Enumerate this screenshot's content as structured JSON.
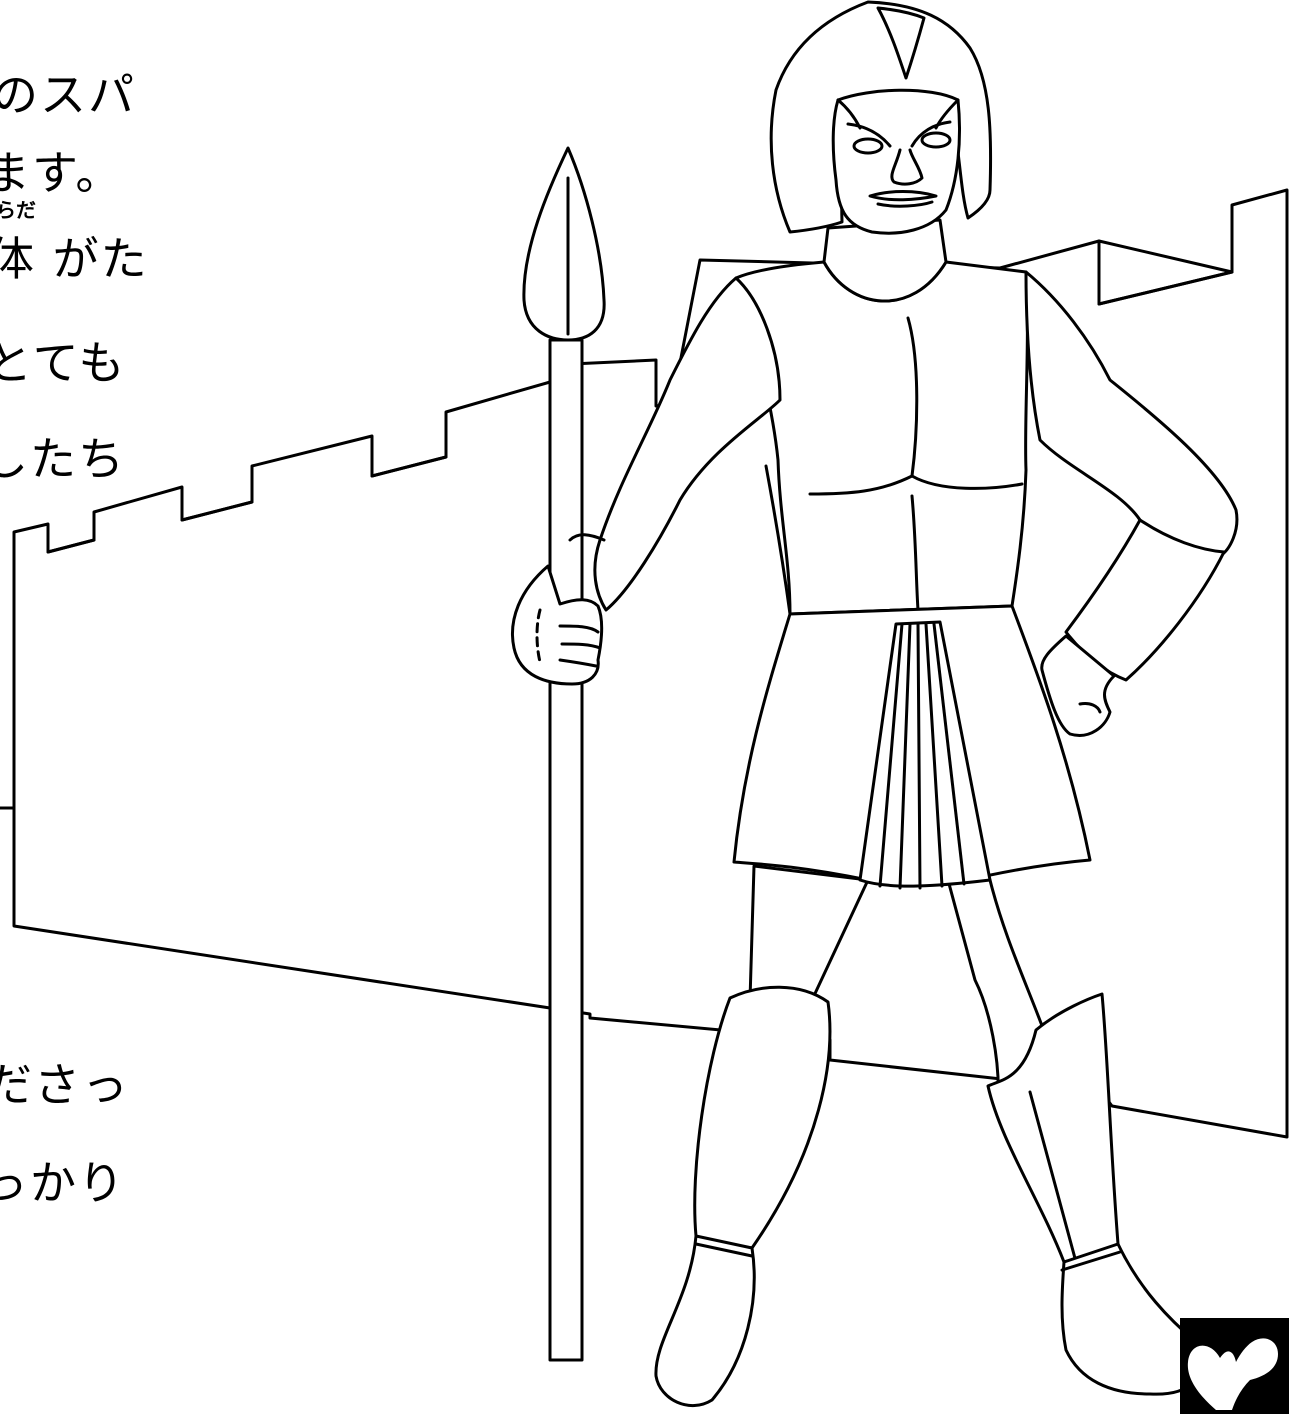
{
  "story_text": {
    "lines": [
      "のスパ",
      "ます。",
      "体 がた",
      "とても",
      "したち",
      "ださっ",
      "っかり"
    ],
    "furigana": "らだ"
  },
  "colors": {
    "ink": "#000000",
    "paper": "#ffffff"
  },
  "logo": {
    "icon": "heart-icon"
  }
}
